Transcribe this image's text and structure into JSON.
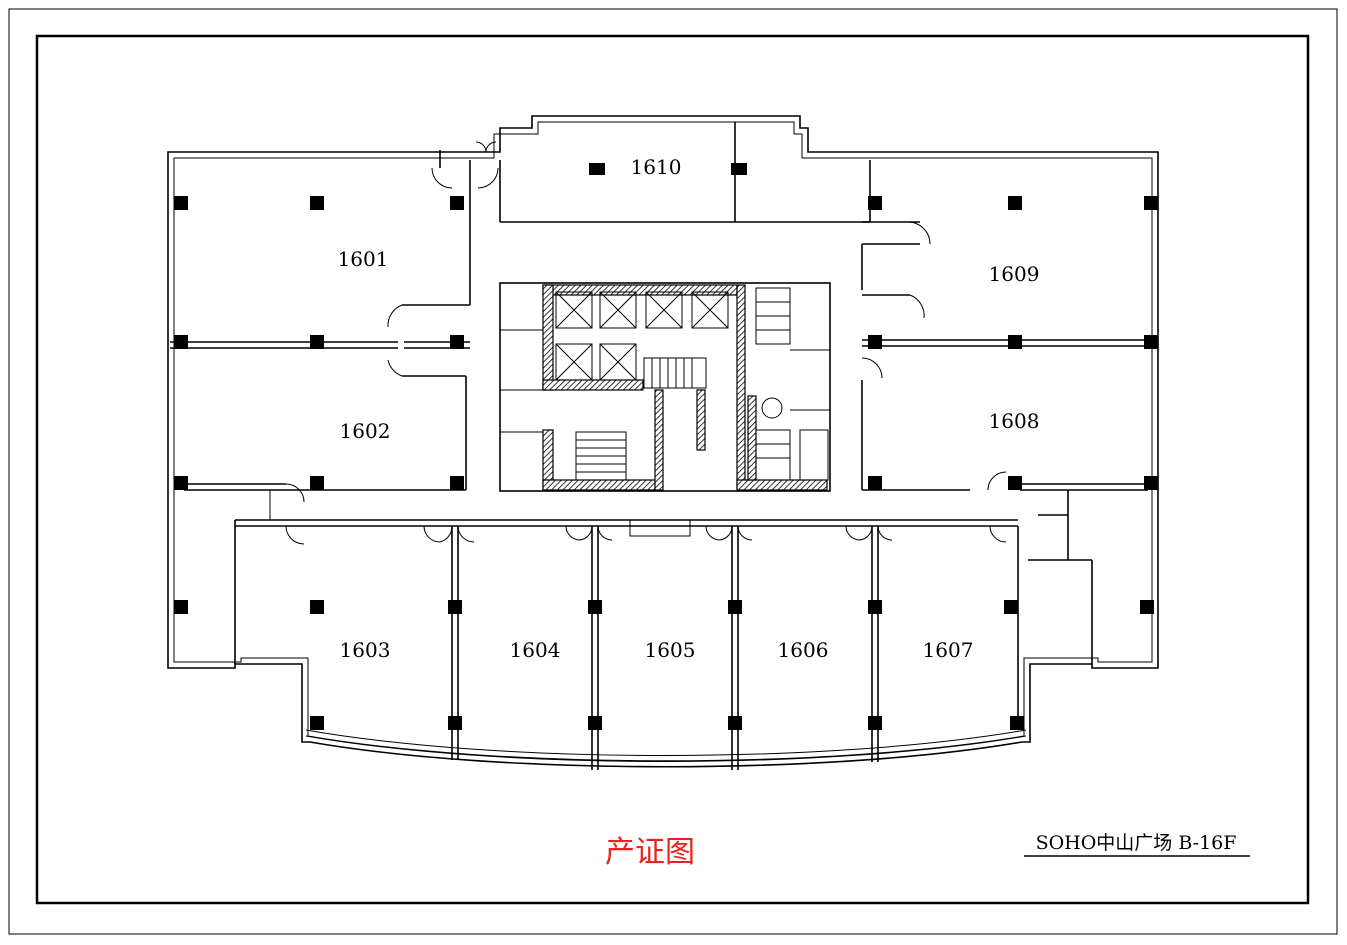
{
  "rooms": [
    {
      "id": "1601",
      "label": "1601"
    },
    {
      "id": "1602",
      "label": "1602"
    },
    {
      "id": "1603",
      "label": "1603"
    },
    {
      "id": "1604",
      "label": "1604"
    },
    {
      "id": "1605",
      "label": "1605"
    },
    {
      "id": "1606",
      "label": "1606"
    },
    {
      "id": "1607",
      "label": "1607"
    },
    {
      "id": "1608",
      "label": "1608"
    },
    {
      "id": "1609",
      "label": "1609"
    },
    {
      "id": "1610",
      "label": "1610"
    }
  ],
  "certificate_label": "产证图",
  "drawing_title": "SOHO中山广场 B-16F",
  "colors": {
    "certificate_label": "#e8231b",
    "lines": "#000000"
  }
}
